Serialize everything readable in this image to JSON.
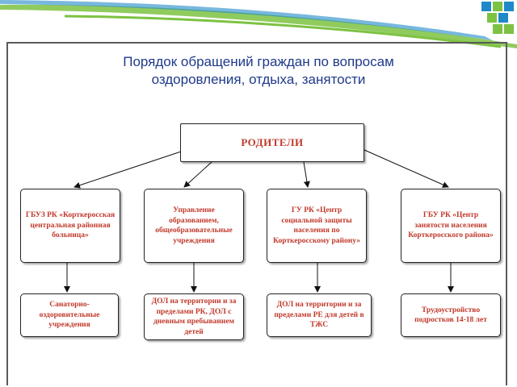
{
  "slide": {
    "title_line1": "Порядок обращений граждан по вопросам",
    "title_line2": "оздоровления, отдыха, занятости"
  },
  "diagram": {
    "root": "РОДИТЕЛИ",
    "level1": [
      "ГБУЗ РК «Корткеросская центральная районная больница»",
      "Управление образованием, общеобразовательные учреждения",
      "ГУ РК «Центр социальной защиты населения по Корткеросскому району»",
      "ГБУ РК «Центр занятости населения Корткеросского района»"
    ],
    "level2": [
      "Санаторно-оздоровительные учреждения",
      "ДОЛ на территории и за пределами РК, ДОЛ с дневным пребыванием детей",
      "ДОЛ на территории и за пределами РЕ для детей в ТЖС",
      "Трудоустройство подростков 14-18 лет"
    ]
  },
  "colors": {
    "title": "#1f3a8a",
    "box_text": "#c0392b",
    "accent_green": "#7dc242",
    "accent_blue": "#1e88c8"
  }
}
